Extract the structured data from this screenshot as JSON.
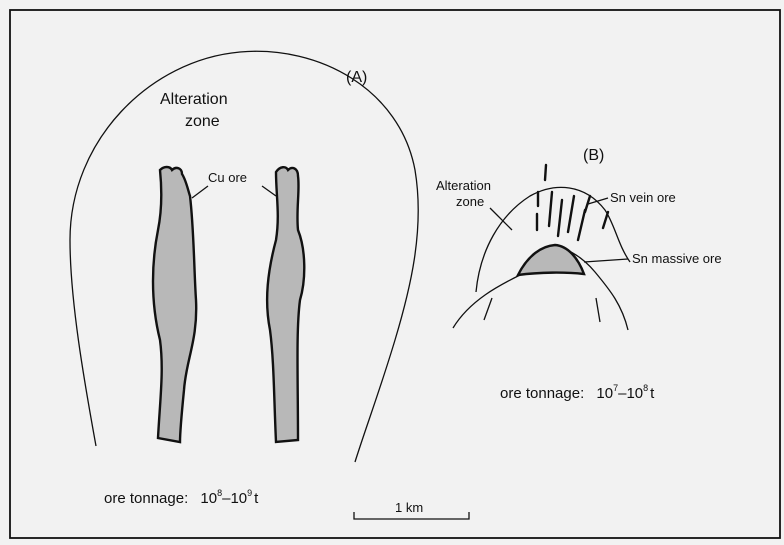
{
  "panel_a": {
    "label": "(A)",
    "alteration_zone_line1": "Alteration",
    "alteration_zone_line2": "zone",
    "cu_ore": "Cu ore",
    "tonnage_prefix": "ore tonnage:",
    "tonnage_range": "10",
    "tonnage_exp1": "8",
    "tonnage_dash": "–10",
    "tonnage_exp2": "9",
    "tonnage_unit": "t"
  },
  "panel_b": {
    "label": "(B)",
    "alteration_zone_line1": "Alteration",
    "alteration_zone_line2": "zone",
    "sn_vein_ore": "Sn vein ore",
    "sn_massive_ore": "Sn massive ore",
    "tonnage_prefix": "ore tonnage:",
    "tonnage_base1": "10",
    "tonnage_exp1": "7",
    "tonnage_dash": "–10",
    "tonnage_exp2": "8",
    "tonnage_unit": "t"
  },
  "scale_bar": {
    "label": "1 km"
  },
  "colors": {
    "background": "#f2f2f2",
    "ore_fill": "#b8b8b8",
    "line": "#111111"
  }
}
